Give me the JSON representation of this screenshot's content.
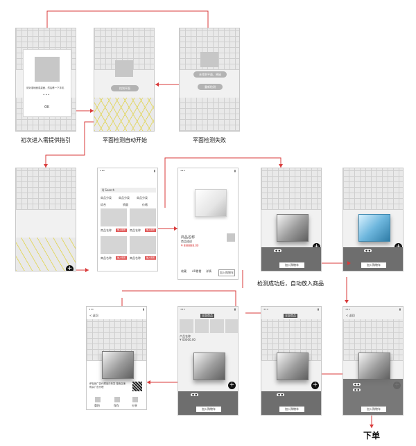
{
  "captions": {
    "first_entry": "初次进入需提供指引",
    "auto_start": "平面检测自动开始",
    "detect_fail": "平面检测失败",
    "auto_place": "检测成功后，自动放入商品",
    "order": "下单"
  },
  "screen1": {
    "guide_text": "请对准地面或桌面，然后移一下手机",
    "ok": "OK"
  },
  "screen2": {
    "button": "找到平面"
  },
  "screen3": {
    "hint": "未找到平面，原因",
    "retry": "重新检测"
  },
  "screen5": {
    "search": "Q Search",
    "cats": [
      "商品分类",
      "商品分类",
      "商品分类"
    ],
    "sort": [
      "综合",
      "销量",
      "价格"
    ],
    "items": [
      {
        "name": "商品名称",
        "tag": "放入场景"
      },
      {
        "name": "商品名称",
        "tag": "放入场景"
      },
      {
        "name": "商品名称",
        "tag": "放入场景"
      },
      {
        "name": "商品名称",
        "tag": "放入场景"
      }
    ]
  },
  "screen6": {
    "name": "商品名称",
    "desc": "商品描述",
    "price": "¥ 888888.00",
    "tabs": [
      "收藏",
      "AR看看",
      "详情"
    ],
    "cart": "加入购物车"
  },
  "screen_ar": {
    "back": "< 返回",
    "cart": "加入购物车"
  },
  "screen_share": {
    "text": "萨瓦纳广告代理宝贝转发 搜索店铺购买广告代理",
    "actions": [
      "重拍",
      "保存",
      "分享"
    ]
  },
  "screen_list": {
    "title": "全部商品",
    "card_label": "产品名称",
    "card_price": "¥ 00000.00"
  },
  "colors": {
    "arrow": "#d93a3a",
    "phone_bg": "#f1f1f1"
  }
}
